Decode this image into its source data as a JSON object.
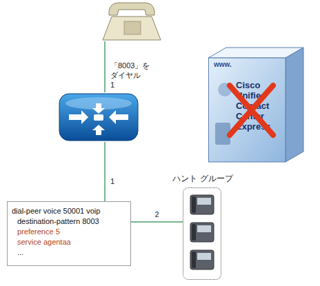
{
  "diagram": {
    "nodes": [
      {
        "text": [
          "www.",
          "Cisco Unified Contact Center Express"
        ]
      },
      {
        "text": [
          "dial-peer voice 50001 voip",
          "destination-pattern 8003",
          "preference 5",
          "service agentaa",
          "..."
        ]
      },
      {
        "text": [
          "ハント グループ"
        ]
      }
    ],
    "edges": [
      {
        "from": 1,
        "to": 2,
        "arrow": "none",
        "label": "2"
      }
    ],
    "labels": [
      "「8003」を ダイヤル",
      "1",
      "1"
    ]
  }
}
